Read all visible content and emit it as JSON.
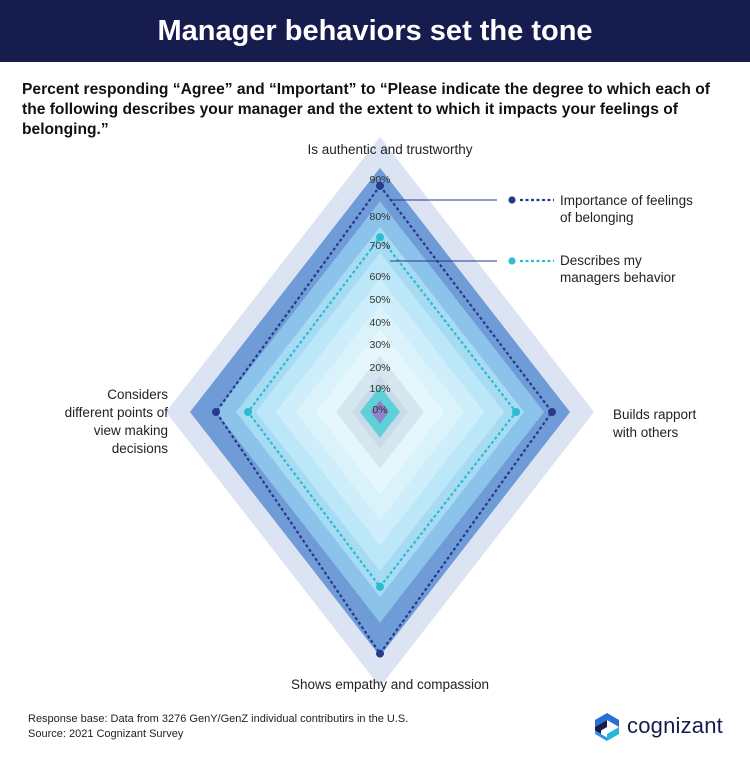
{
  "header": {
    "title": "Manager behaviors set the tone"
  },
  "subtitle": "Percent responding “Agree” and “Important” to “Please indicate the degree to which each of the following describes your manager and the extent to which it impacts your feelings of belonging.”",
  "footer": {
    "line1": "Response base: Data from 3276 GenY/GenZ individual contributirs in the U.S.",
    "line2": "Source: 2021 Cognizant Survey"
  },
  "logo": {
    "text": "cognizant",
    "icon": "cognizant-logo-icon"
  },
  "colors": {
    "header_bg": "#161c4e",
    "band_outer": "#dce4f3",
    "band_dark": "#6f9bd7",
    "band_light_tint": "#e9f9fd",
    "importance": "#253a8a",
    "describes": "#2bbccf",
    "center": "#8e84c9"
  },
  "chart_data": {
    "type": "radar",
    "title": "",
    "axes": [
      "Is authentic and trustworthy",
      "Builds rapport with others",
      "Shows empathy and compassion",
      "Considers different points of view making decisions"
    ],
    "axis_labels_display": [
      "Is authentic and trustworthy",
      "Builds rapport\nwith others",
      "Shows empathy and compassion",
      "Considers\ndifferent points of\nview making\ndecisions"
    ],
    "ticks": [
      "0%",
      "10%",
      "20%",
      "30%",
      "40%",
      "50%",
      "60%",
      "70%",
      "80%",
      "90%"
    ],
    "range": [
      0,
      100
    ],
    "series": [
      {
        "name": "Importance of feelings of belonging",
        "name_lines": [
          "Importance of feelings",
          "of belonging"
        ],
        "values": [
          88,
          86,
          94,
          82
        ],
        "style": "dotted",
        "color": "#253a8a"
      },
      {
        "name": "Describes my managers behavior",
        "name_lines": [
          "Describes my",
          "managers behavior"
        ],
        "values": [
          68,
          68,
          68,
          66
        ],
        "style": "dotted",
        "color": "#2bbccf"
      }
    ]
  }
}
